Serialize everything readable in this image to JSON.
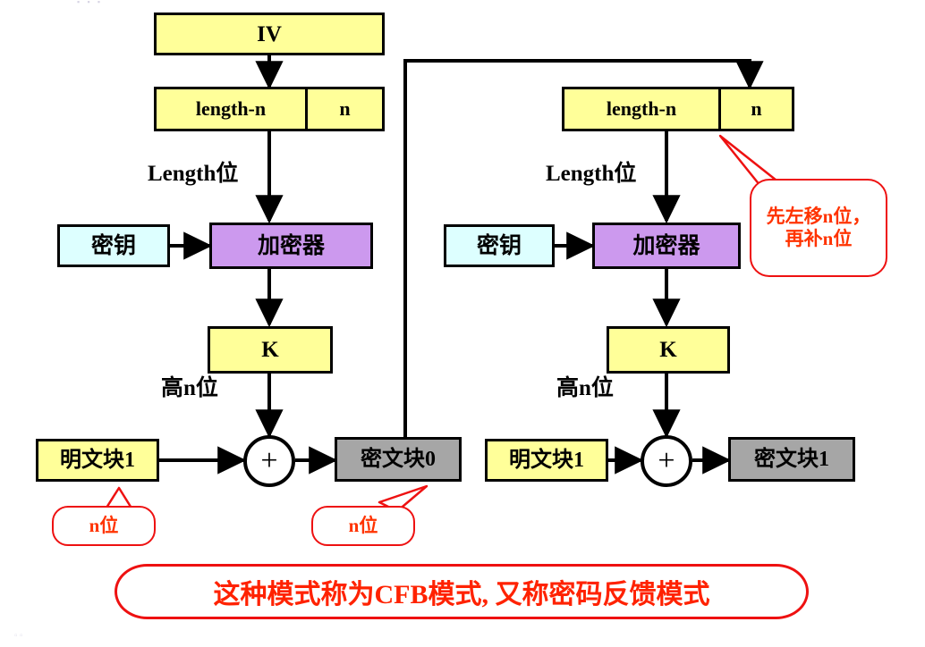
{
  "diagram": {
    "title": "CFB Mode (Cipher Feedback) Encryption Diagram",
    "colors": {
      "yellow": "#ffff99",
      "cyan": "#ddffff",
      "purple": "#cc99ee",
      "gray": "#a6a6a6",
      "red": "#ee1111",
      "red_text": "#ff3300",
      "black": "#000000",
      "background": "#ffffff"
    }
  },
  "left_stage": {
    "iv": "IV",
    "register": {
      "left": "length-n",
      "right": "n"
    },
    "length_label": "Length位",
    "key": "密钥",
    "encryptor": "加密器",
    "k": "K",
    "high_n_label": "高n位",
    "plaintext": "明文块1",
    "xor": "+",
    "ciphertext": "密文块0",
    "callout_plaintext": "n位",
    "callout_ciphertext": "n位"
  },
  "right_stage": {
    "register": {
      "left": "length-n",
      "right": "n"
    },
    "length_label": "Length位",
    "key": "密钥",
    "encryptor": "加密器",
    "k": "K",
    "high_n_label": "高n位",
    "plaintext": "明文块1",
    "xor": "+",
    "ciphertext": "密文块1",
    "callout_shift": "先左移n位，再补n位"
  },
  "banner": {
    "text": "这种模式称为CFB模式, 又称密码反馈模式"
  },
  "artifacts": {
    "top_fragment": "▪ ▪ ▪",
    "bottom_fragment": "▫ ▫"
  }
}
